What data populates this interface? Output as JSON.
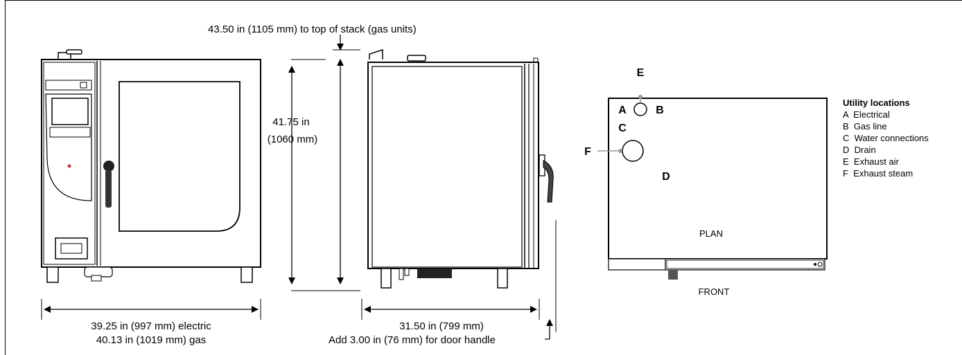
{
  "dimensions": {
    "stack_height": "43.50 in (1105 mm) to top of stack (gas units)",
    "height_in": "41.75 in",
    "height_mm": "(1060 mm)",
    "width_electric": "39.25 in (997 mm) electric",
    "width_gas": "40.13 in (1019 mm) gas",
    "depth": "31.50 in (799 mm)",
    "door_handle": "Add 3.00 in (76 mm) for door handle"
  },
  "plan": {
    "labels": {
      "a": "A",
      "b": "B",
      "c": "C",
      "d": "D",
      "e": "E",
      "f": "F"
    },
    "plan_label": "PLAN",
    "front_label": "FRONT"
  },
  "legend": {
    "title": "Utility locations",
    "items": [
      "A  Electrical",
      "B  Gas line",
      "C  Water connections",
      "D  Drain",
      "E  Exhaust air",
      "F  Exhaust steam"
    ]
  },
  "colors": {
    "line": "#000000",
    "panel_gray": "#555555",
    "callout_gray": "#999999"
  }
}
